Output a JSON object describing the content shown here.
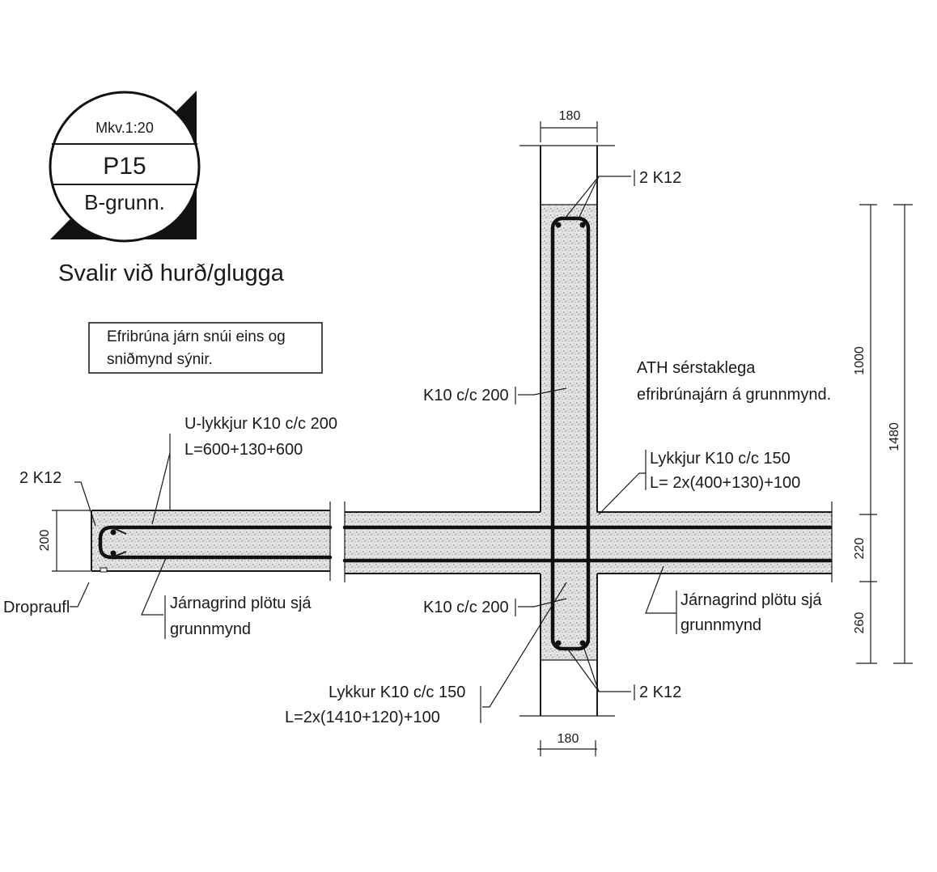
{
  "title_block": {
    "scale": "Mkv.1:20",
    "number": "P15",
    "sheet": "B-grunn."
  },
  "heading": "Svalir við hurð/glugga",
  "note_box": {
    "line1": "Efribrúna járn snúi eins og",
    "line2": "sniðmynd sýnir."
  },
  "note_ath": {
    "line1": "ATH sérstaklega",
    "line2": "efribrúnajárn á grunnmynd."
  },
  "labels": {
    "u_lykkjur_1": "U-lykkjur K10 c/c 200",
    "u_lykkjur_2": "L=600+130+600",
    "k12_left": "2 K12",
    "dropraufl": "Dropraufl",
    "jarnagrind_left_1": "Járnagrind plötu sjá",
    "jarnagrind_left_2": "grunnmynd",
    "k12_top": "2 K12",
    "k10_upper": "K10 c/c 200",
    "k10_lower": "K10 c/c 200",
    "lykkjur_right_1": "Lykkjur K10 c/c 150",
    "lykkjur_right_2": "L= 2x(400+130)+100",
    "jarnagrind_right_1": "Járnagrind plötu sjá",
    "jarnagrind_right_2": "grunnmynd",
    "lykkur_bottom_1": "Lykkur K10 c/c 150",
    "lykkur_bottom_2": "L=2x(1410+120)+100",
    "k12_bottom": "2 K12"
  },
  "dimensions": {
    "top_width": "180",
    "bottom_width": "180",
    "slab_left": "200",
    "d1000": "1000",
    "d220": "220",
    "d260": "260",
    "d1480": "1480"
  },
  "colors": {
    "ink": "#1a1a1a",
    "concrete": "#d9d9d9"
  }
}
